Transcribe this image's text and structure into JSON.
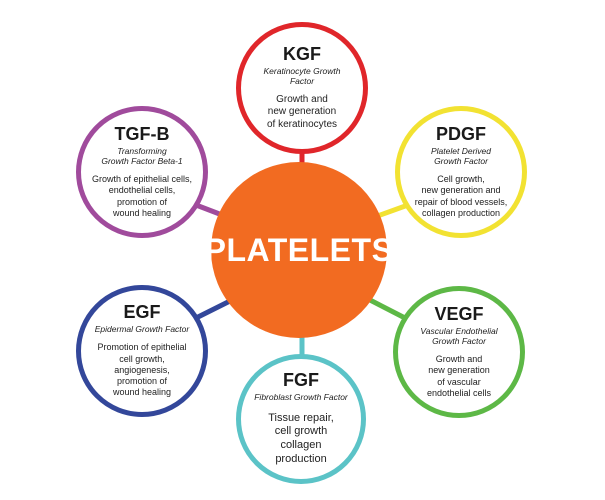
{
  "center": {
    "label": "PLATELETS",
    "color": "#f26b21"
  },
  "nodes": {
    "kgf": {
      "abbr": "KGF",
      "full": "Keratinocyte Growth Factor",
      "desc": "Growth and\nnew generation\nof keratinocytes",
      "color": "#e0262a"
    },
    "pdgf": {
      "abbr": "PDGF",
      "full": "Platelet Derived\nGrowth Factor",
      "desc": "Cell growth,\nnew generation and\nrepair of blood vessels,\ncollagen production",
      "color": "#f2e232"
    },
    "tgfb": {
      "abbr": "TGF-B",
      "full": "Transforming\nGrowth Factor Beta-1",
      "desc": "Growth of epithelial cells,\nendothelial cells,\npromotion of\nwound healing",
      "color": "#a04b9c"
    },
    "egf": {
      "abbr": "EGF",
      "full": "Epidermal Growth Factor",
      "desc": "Promotion of epithelial\ncell growth, angiogenesis,\npromotion of\nwound healing",
      "color": "#33479a"
    },
    "vegf": {
      "abbr": "VEGF",
      "full": "Vascular Endothelial\nGrowth Factor",
      "desc": "Growth and\nnew generation\nof vascular\nendothelial cells",
      "color": "#5db846"
    },
    "fgf": {
      "abbr": "FGF",
      "full": "Fibroblast Growth Factor",
      "desc": "Tissue repair,\ncell growth\ncollagen\nproduction",
      "color": "#5bc3c7"
    }
  }
}
